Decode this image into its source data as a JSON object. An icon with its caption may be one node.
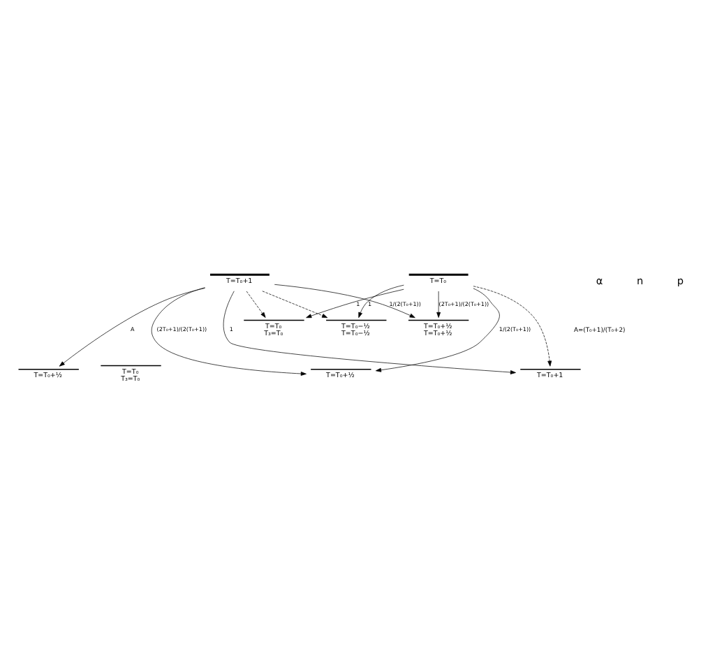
{
  "diagram": {
    "nodes": [
      {
        "text": [
          "T=T₀+1"
        ]
      },
      {
        "text": [
          "T=T₀"
        ]
      },
      {
        "text": [
          "T=T₀+½"
        ]
      },
      {
        "text": [
          "T=T₀+½"
        ]
      },
      {
        "text": [
          "T=T₀+1"
        ]
      },
      {
        "text": [
          "T=T₀−½",
          "T=T₀−½"
        ]
      },
      {
        "text": [
          "T=T₀+½",
          "T=T₀+½"
        ]
      },
      {
        "text": [
          "T=T₀",
          "T₃=T₀"
        ]
      },
      {
        "text": [
          "T=T₀",
          "T₃=T₀"
        ]
      }
    ],
    "edges": [
      {
        "from": 0,
        "to": 2,
        "arrow": "to",
        "label": "(2T₀+1)/(2(T₀+1))"
      },
      {
        "from": 0,
        "to": 5,
        "arrow": "to",
        "style": "dashed"
      },
      {
        "from": 0,
        "to": 3,
        "arrow": "to",
        "label": "A"
      },
      {
        "from": 0,
        "to": 6,
        "arrow": "to",
        "label": "1/(2(T₀+1))"
      },
      {
        "from": 0,
        "to": 4,
        "arrow": "to",
        "label": "1"
      },
      {
        "from": 0,
        "to": 7,
        "arrow": "to",
        "style": "dashed"
      },
      {
        "from": 1,
        "to": 2,
        "arrow": "to",
        "label": "1/(2(T₀+1))"
      },
      {
        "from": 1,
        "to": 5,
        "arrow": "to",
        "label": "1"
      },
      {
        "from": 1,
        "to": 6,
        "arrow": "to",
        "label": "(2T₀+1)/(2(T₀+1))"
      },
      {
        "from": 1,
        "to": 7,
        "arrow": "to",
        "label": "1"
      },
      {
        "from": 1,
        "to": 4,
        "arrow": "to",
        "style": "dashed"
      }
    ],
    "labels": [
      "n",
      "p",
      "α",
      "A=(T₀+1)/(T₀+2)"
    ]
  }
}
